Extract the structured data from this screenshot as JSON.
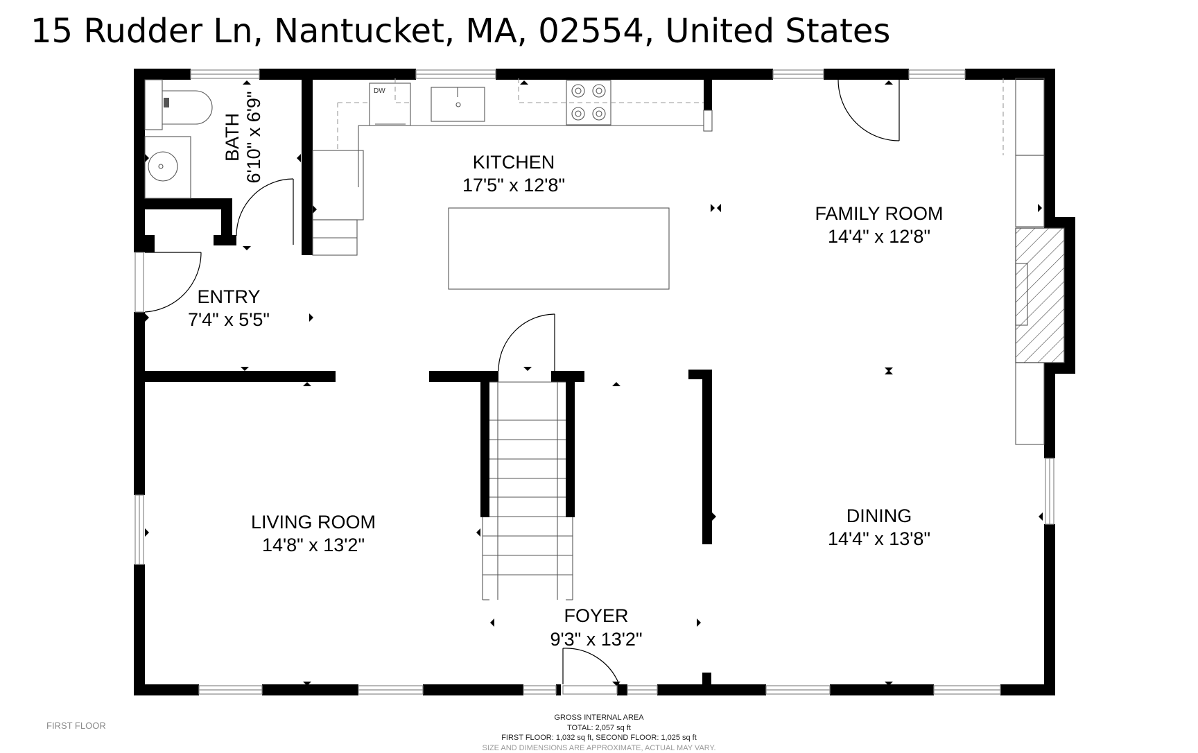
{
  "address": "15 Rudder Ln, Nantucket, MA, 02554, United States",
  "rooms": {
    "bath": {
      "name": "BATH",
      "dims": "6'10\" x 6'9\""
    },
    "kitchen": {
      "name": "KITCHEN",
      "dims": "17'5\" x 12'8\""
    },
    "family_room": {
      "name": "FAMILY ROOM",
      "dims": "14'4\" x 12'8\""
    },
    "entry": {
      "name": "ENTRY",
      "dims": "7'4\" x 5'5\""
    },
    "living_room": {
      "name": "LIVING ROOM",
      "dims": "14'8\" x 13'2\""
    },
    "dining": {
      "name": "DINING",
      "dims": "14'4\" x 13'8\""
    },
    "foyer": {
      "name": "FOYER",
      "dims": "9'3\" x 13'2\""
    }
  },
  "appliance_labels": {
    "dishwasher": "DW"
  },
  "floor_label": "FIRST FLOOR",
  "area": {
    "heading": "GROSS INTERNAL AREA",
    "total": "TOTAL: 2,057 sq ft",
    "floors": "FIRST FLOOR: 1,032 sq ft, SECOND FLOOR: 1,025 sq ft",
    "disclaimer": "SIZE AND DIMENSIONS ARE APPROXIMATE, ACTUAL MAY VARY."
  },
  "colors": {
    "wall": "#000000",
    "fixture": "#555555",
    "dashed": "#999999",
    "window": "#888888",
    "background": "#ffffff"
  }
}
